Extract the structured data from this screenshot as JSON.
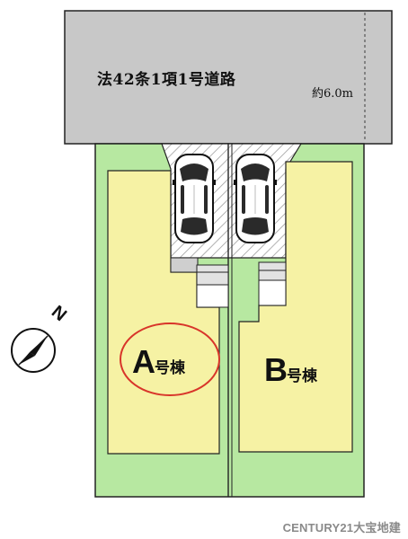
{
  "road": {
    "label": "法42条1項1号道路",
    "width_label": "約6.0m",
    "fill": "#c8c8c8"
  },
  "lots": [
    {
      "id": "A",
      "letter": "A",
      "suffix": "号棟",
      "highlighted": true
    },
    {
      "id": "B",
      "letter": "B",
      "suffix": "号棟",
      "highlighted": false
    }
  ],
  "compass": {
    "label": "N"
  },
  "brand": {
    "label": "CENTURY21大宝地建"
  },
  "colors": {
    "lot_fill": "#f6f2a4",
    "garden": "#b7e8a1",
    "highlight_ring": "#d8352a",
    "outline": "#222222"
  },
  "icons": [
    "car-icon",
    "north-arrow-icon"
  ]
}
